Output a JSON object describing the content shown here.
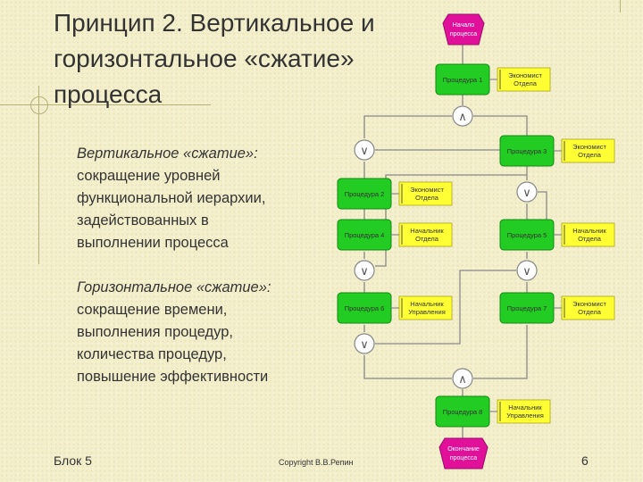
{
  "title_lines": [
    "Принцип 2. Вертикальное и",
    "горизонтальное «сжатие»",
    "процесса"
  ],
  "vertical": {
    "heading": "Вертикальное «сжатие»:",
    "lines": [
      "сокращение уровней",
      "функциональной иерархии,",
      "задействованных в",
      "выполнении процесса"
    ]
  },
  "horizontal": {
    "heading": "Горизонтальное «сжатие»:",
    "lines": [
      "сокращение времени,",
      "выполнения процедур,",
      "количества процедур,",
      "повышение эффективности"
    ]
  },
  "footer": {
    "left": "Блок 5",
    "center": "Copyright В.В.Репин",
    "right": "6"
  },
  "diagram": {
    "start_event": [
      "Начало",
      "процесса"
    ],
    "end_event": [
      "Окончание",
      "процесса"
    ],
    "connector_and": "∧",
    "connector_or": "∨",
    "procedures": [
      {
        "label": "Процедура 1",
        "role": [
          "Экономист",
          "Отдела"
        ]
      },
      {
        "label": "Процедура 3",
        "role": [
          "Экономист",
          "Отдела"
        ]
      },
      {
        "label": "Процедура 2",
        "role": [
          "Экономист",
          "Отдела"
        ]
      },
      {
        "label": "Процедура 4",
        "role": [
          "Начальник",
          "Отдела"
        ]
      },
      {
        "label": "Процедура 5",
        "role": [
          "Начальник",
          "Отдела"
        ]
      },
      {
        "label": "Процедура 6",
        "role": [
          "Начальник",
          "Управления"
        ]
      },
      {
        "label": "Процедура 7",
        "role": [
          "Экономист",
          "Отдела"
        ]
      },
      {
        "label": "Процедура 8",
        "role": [
          "Начальник",
          "Управления"
        ]
      }
    ],
    "colors": {
      "procedure": "#22cc22",
      "role": "#ffff33",
      "event": "#e0109a",
      "line": "#888888"
    }
  }
}
